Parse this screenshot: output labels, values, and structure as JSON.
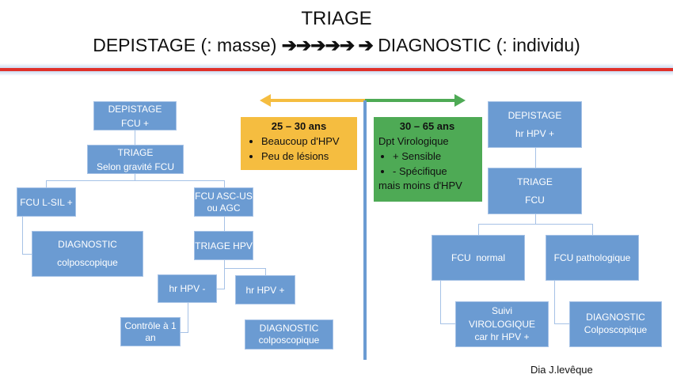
{
  "header": {
    "title": "TRIAGE",
    "left": "DEPISTAGE (: masse)",
    "arrows": "➔➔➔➔➔ ➔",
    "right": "DIAGNOSTIC (: individu)"
  },
  "left_tree": {
    "depistage": [
      "DEPISTAGE",
      "FCU +"
    ],
    "triage": [
      "TRIAGE",
      "Selon gravité FCU"
    ],
    "lsil": "FCU L-SIL +",
    "ascus": [
      "FCU ASC-US",
      "ou AGC"
    ],
    "diag1": [
      "DIAGNOSTIC",
      "colposcopique"
    ],
    "triage_hpv": "TRIAGE HPV",
    "hpv_neg": "hr HPV -",
    "hpv_pos": "hr HPV +",
    "controle": [
      "Contrôle à 1",
      "an"
    ],
    "diag2": [
      "DIAGNOSTIC",
      "colposcopique"
    ]
  },
  "notes": {
    "young": {
      "heading": "25 – 30 ans",
      "bullets": [
        "Beaucoup d'HPV",
        "Peu de lésions"
      ],
      "color": "#f5bd40"
    },
    "older": {
      "heading": "30 – 65 ans",
      "line": "Dpt Virologique",
      "bullets": [
        "+ Sensible",
        "- Spécifique"
      ],
      "tail": "mais moins d'HPV",
      "color": "#4eaa55"
    }
  },
  "right_tree": {
    "depistage": [
      "DEPISTAGE",
      "hr HPV +"
    ],
    "triage": [
      "TRIAGE",
      "FCU"
    ],
    "normal": "FCU  normal",
    "patho": "FCU pathologique",
    "suivi": [
      "Suivi",
      "VIROLOGIQUE",
      "car hr HPV +"
    ],
    "diag": [
      "DIAGNOSTIC",
      "Colposcopique"
    ]
  },
  "credit": "Dia J.levêque",
  "colors": {
    "box": "#6b9bd2",
    "divider": "#6b9bd2",
    "rule": "#e0302a"
  }
}
